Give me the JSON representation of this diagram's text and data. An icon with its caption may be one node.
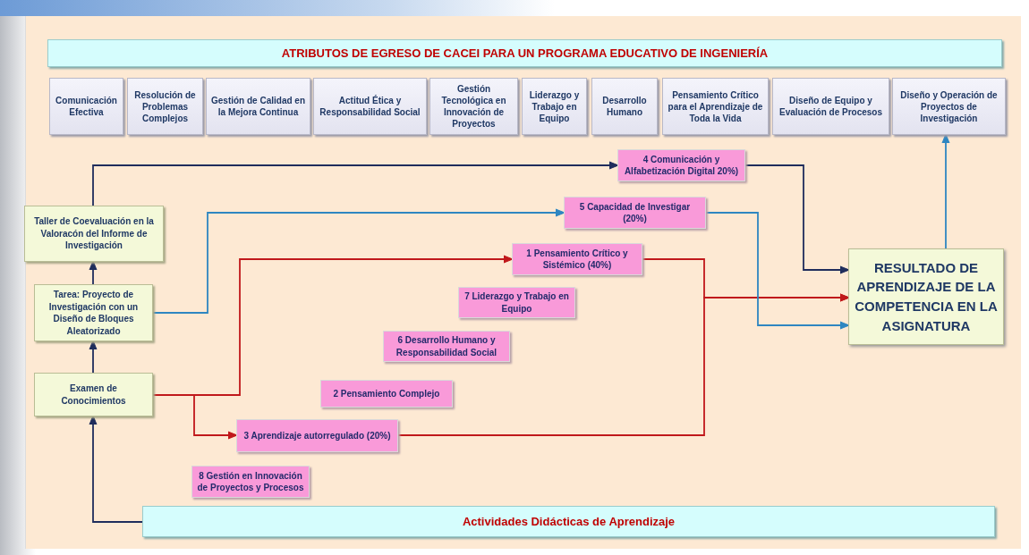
{
  "diagram": {
    "nodes": [
      {
        "text": [
          "ATRIBUTOS DE EGRESO DE CACEI PARA UN PROGRAMA EDUCATIVO DE INGENIERÍA"
        ]
      },
      {
        "text": [
          "Comunicación Efectiva"
        ]
      },
      {
        "text": [
          "Resolución de Problemas Complejos"
        ]
      },
      {
        "text": [
          "Gestión de Calidad en la Mejora Continua"
        ]
      },
      {
        "text": [
          "Actitud Ética y Responsabilidad Social"
        ]
      },
      {
        "text": [
          "Gestión Tecnológica en Innovación de Proyectos"
        ]
      },
      {
        "text": [
          "Liderazgo y Trabajo en Equipo"
        ]
      },
      {
        "text": [
          "Desarrollo Humano"
        ]
      },
      {
        "text": [
          "Pensamiento Crítico para el Aprendizaje de Toda la Vida"
        ]
      },
      {
        "text": [
          "Diseño de Equipo y Evaluación de Procesos"
        ]
      },
      {
        "text": [
          "Diseño y Operación de Proyectos de Investigación"
        ]
      },
      {
        "text": [
          "Taller de Coevaluación en la Valoracón del Informe de Investigación"
        ]
      },
      {
        "text": [
          "Tarea: Proyecto de Investigación con un Diseño de Bloques Aleatorizado"
        ]
      },
      {
        "text": [
          "Examen de Conocimientos"
        ]
      },
      {
        "text": [
          "4 Comunicación y Alfabetización Digital 20%)"
        ]
      },
      {
        "text": [
          "5 Capacidad de Investigar (20%)"
        ]
      },
      {
        "text": [
          "1 Pensamiento Crítico y Sistémico (40%)"
        ]
      },
      {
        "text": [
          "7 Liderazgo y Trabajo en Equipo"
        ]
      },
      {
        "text": [
          "6 Desarrollo Humano y Responsabilidad Social"
        ]
      },
      {
        "text": [
          "2 Pensamiento Complejo"
        ]
      },
      {
        "text": [
          "3 Aprendizaje autorregulado (20%)"
        ]
      },
      {
        "text": [
          "8 Gestión en Innovación de Proyectos y Procesos"
        ]
      },
      {
        "text": [
          "RESULTADO DE APRENDIZAJE DE LA COMPETENCIA EN LA ASIGNATURA"
        ]
      },
      {
        "text": [
          "Actividades Didácticas de Aprendizaje"
        ]
      }
    ],
    "edges": [
      {
        "from": 23,
        "to": 13,
        "arrow": "to"
      },
      {
        "from": 13,
        "to": 12,
        "arrow": "to"
      },
      {
        "from": 12,
        "to": 11,
        "arrow": "to"
      },
      {
        "from": 11,
        "to": 14,
        "arrow": "to"
      },
      {
        "from": 12,
        "to": 15,
        "arrow": "to",
        "color": "#2e86c1"
      },
      {
        "from": 13,
        "to": 16,
        "arrow": "to",
        "color": "#c0181b"
      },
      {
        "from": 13,
        "to": 20,
        "arrow": "to",
        "color": "#c0181b"
      },
      {
        "from": 14,
        "to": 22,
        "arrow": "to"
      },
      {
        "from": 16,
        "to": 22,
        "arrow": "to",
        "color": "#c0181b"
      },
      {
        "from": 20,
        "to": 22,
        "arrow": "to",
        "color": "#c0181b"
      },
      {
        "from": 15,
        "to": 22,
        "arrow": "to",
        "color": "#2e86c1"
      },
      {
        "from": 22,
        "to": 10,
        "arrow": "to",
        "color": "#2e86c1"
      }
    ]
  }
}
